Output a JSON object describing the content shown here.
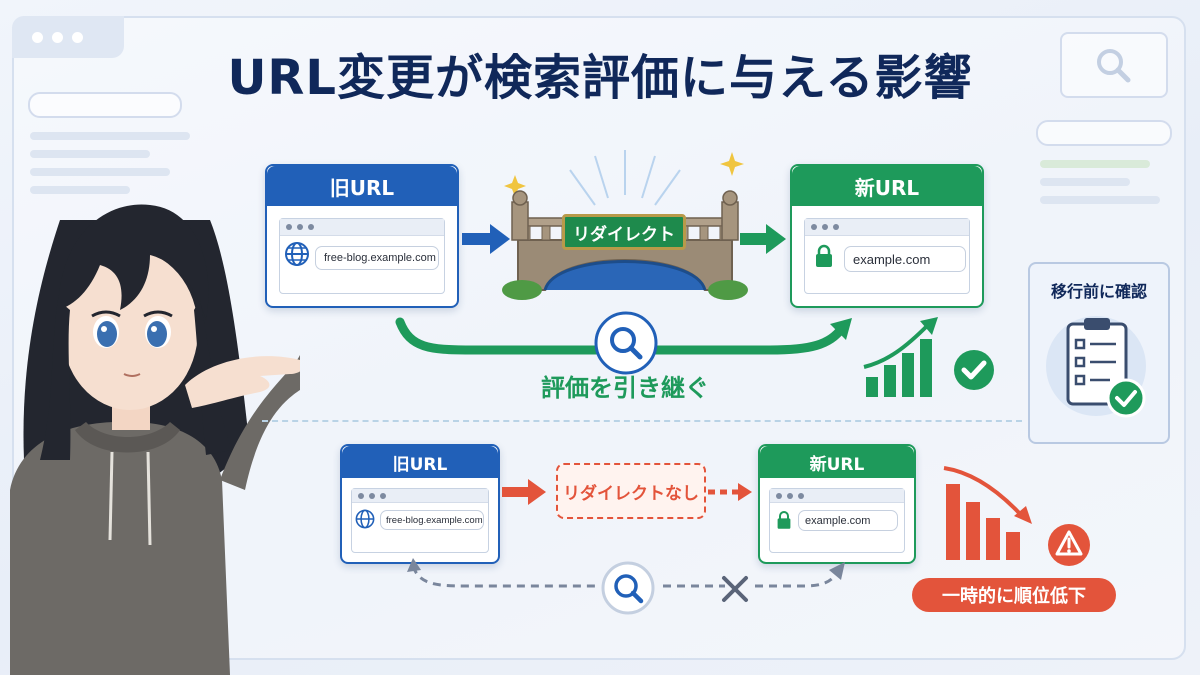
{
  "title": "URL変更が検索評価に与える影響",
  "redirect_case": {
    "old_card": {
      "header": "旧URL",
      "url": "free-blog.example.com"
    },
    "new_card": {
      "header": "新URL",
      "url": "example.com"
    },
    "bridge_sign": "リダイレクト",
    "caption": "評価を引き継ぐ"
  },
  "no_redirect_case": {
    "old_card": {
      "header": "旧URL",
      "url": "free-blog.example.com"
    },
    "new_card": {
      "header": "新URL",
      "url": "example.com"
    },
    "label": "リダイレクトなし",
    "result_badge": "一時的に順位低下"
  },
  "checklist": {
    "title": "移行前に確認"
  },
  "colors": {
    "navy": "#10285a",
    "blue": "#2160b8",
    "green": "#1e9a5b",
    "red": "#e3543b"
  },
  "icons": [
    "globe-icon",
    "lock-icon",
    "search-icon",
    "check-icon",
    "warning-icon",
    "clipboard-icon",
    "sparkle-icon",
    "cross-icon"
  ]
}
